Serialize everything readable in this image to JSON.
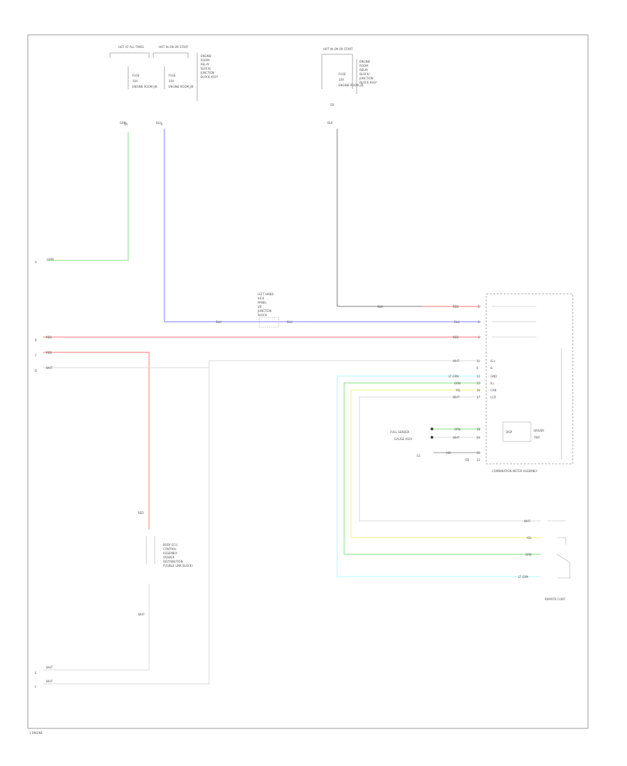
{
  "colors": {
    "GRN": "#7fe07f",
    "BLU": "#7a7aff",
    "RED": "#ff7070",
    "WHT": "#d8d8d8",
    "BLK": "#7a7a7a",
    "YEL": "#f2f27a",
    "LTGRN": "#aafaff",
    "VIO": "#c080c0"
  },
  "fuse_boxes": [
    {
      "header": "HOT AT ALL TIMES",
      "fuse_label": "FUSE",
      "fuse_value": "10A",
      "box_label": "ENGINE ROOM J/B"
    },
    {
      "header": "HOT IN ON OR START",
      "fuse_label": "FUSE",
      "fuse_value": "10A",
      "box_label": "ENGINE ROOM J/B"
    },
    {
      "header": "HOT IN ON OR START",
      "fuse_label": "FUSE",
      "fuse_value": "10A",
      "box_label": "ENGINE ROOM J/B"
    }
  ],
  "relay_note_1": [
    "ENGINE",
    "ROOM",
    "RELAY",
    "BLOCK/",
    "JUNCTION",
    "BLOCK ASSY"
  ],
  "relay_note_2": [
    "ENGINE",
    "ROOM",
    "RELAY",
    "BLOCK/",
    "JUNCTION",
    "BLOCK ASSY"
  ],
  "pin_labels": [
    "1A",
    "4",
    "2B"
  ],
  "wire_colors": {
    "grn": "GRN",
    "blu": "BLU",
    "blk": "BLK",
    "red": "RED",
    "wht": "WHT",
    "yel": "YEL",
    "ltgrn": "LT GRN",
    "vio": "VIO"
  },
  "jbox_label": [
    "LEFT HAND",
    "KICK",
    "PANEL",
    "J/B",
    "JUNCTION",
    "BLOCK"
  ],
  "left_connectors": [
    "A",
    "B",
    "C",
    "D",
    "E",
    "F"
  ],
  "meter": {
    "pins": [
      "2",
      "1",
      "3",
      "11",
      "6",
      "12",
      "15",
      "16",
      "17",
      "18",
      "20",
      "21",
      "22"
    ],
    "labels": [
      "IG+",
      "B",
      "GND",
      "ILL",
      "CAN",
      "LCD",
      "DISP",
      "DRIVER",
      "TRIP"
    ],
    "title": "COMBINATION METER ASSEMBLY"
  },
  "sensor_labels": [
    "FUEL SENDER",
    "GAUGE ASSY"
  ],
  "module_label": [
    "BODY ECU",
    "CONTROL",
    "ASSEMBLY",
    "(POWER",
    "DISTRIBUTION",
    "FUSIBLE LINK BLOCK)"
  ],
  "ground_labels": [
    "G1",
    "EB"
  ],
  "bottom_labels": [
    "REMOTE CONT"
  ],
  "corner_label": "1 ENGINE"
}
